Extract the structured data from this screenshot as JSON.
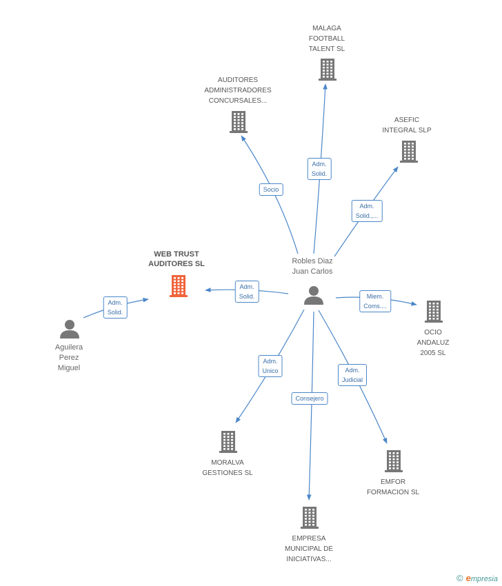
{
  "nodes": {
    "center": {
      "label": "Robles Diaz\nJuan Carlos",
      "type": "person"
    },
    "main": {
      "label": "WEB TRUST\nAUDITORES SL",
      "type": "company-main"
    },
    "aguilera": {
      "label": "Aguilera\nPerez\nMiguel",
      "type": "person"
    },
    "malaga": {
      "label": "MALAGA\nFOOTBALL\nTALENT SL",
      "type": "company"
    },
    "auditores": {
      "label": "AUDITORES\nADMINISTRADORES\nCONCURSALES...",
      "type": "company"
    },
    "asefic": {
      "label": "ASEFIC\nINTEGRAL SLP",
      "type": "company"
    },
    "ocio": {
      "label": "OCIO\nANDALUZ\n2005 SL",
      "type": "company"
    },
    "moralva": {
      "label": "MORALVA\nGESTIONES SL",
      "type": "company"
    },
    "emfor": {
      "label": "EMFOR\nFORMACION SL",
      "type": "company"
    },
    "empresa": {
      "label": "EMPRESA\nMUNICIPAL DE\nINICIATIVAS...",
      "type": "company"
    }
  },
  "edges": {
    "e_malaga": {
      "from": "center",
      "to": "malaga",
      "label": "Adm.\nSolid."
    },
    "e_auditores": {
      "from": "center",
      "to": "auditores",
      "label": "Socio"
    },
    "e_asefic": {
      "from": "center",
      "to": "asefic",
      "label": "Adm.\nSolid.,..."
    },
    "e_main": {
      "from": "center",
      "to": "main",
      "label": "Adm.\nSolid."
    },
    "e_ocio": {
      "from": "center",
      "to": "ocio",
      "label": "Miem.\nComs...."
    },
    "e_moralva": {
      "from": "center",
      "to": "moralva",
      "label": "Adm.\nUnico"
    },
    "e_empresa": {
      "from": "center",
      "to": "empresa",
      "label": "Consejero"
    },
    "e_emfor": {
      "from": "center",
      "to": "emfor",
      "label": "Adm.\nJudicial"
    },
    "e_aguilera": {
      "from": "aguilera",
      "to": "main",
      "label": "Adm.\nSolid."
    }
  },
  "footer": {
    "copyright": "©",
    "brand_first": "e",
    "brand_rest": "mpresia"
  },
  "colors": {
    "edge": "#4a86c8",
    "company": "#777777",
    "main_company": "#f0643c",
    "person": "#777777"
  }
}
